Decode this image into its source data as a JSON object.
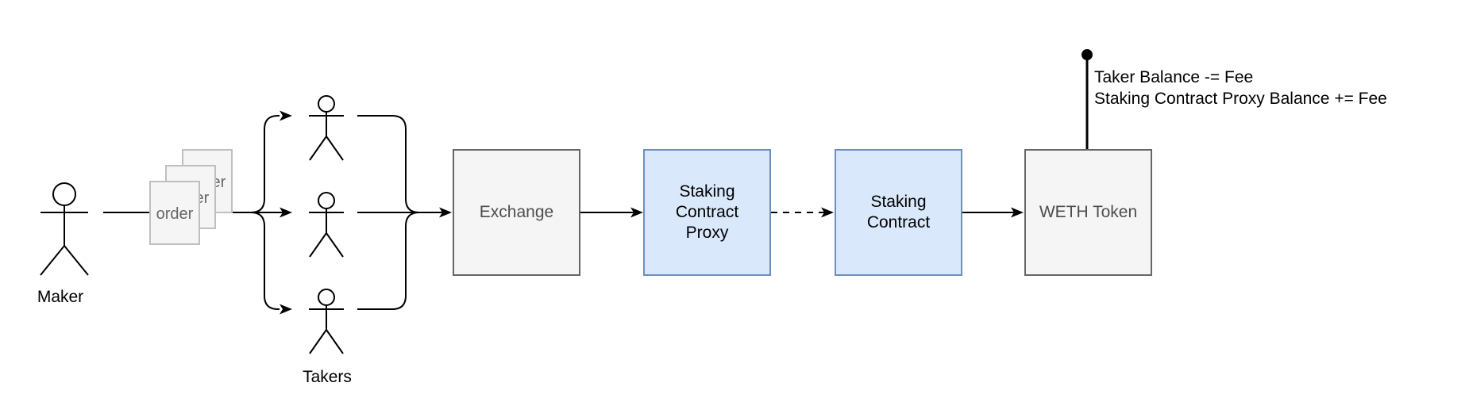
{
  "diagram": {
    "background": "#ffffff",
    "actors": {
      "maker": {
        "label": "Maker"
      },
      "takers": {
        "label": "Takers",
        "count": 3
      }
    },
    "order_stack": {
      "sheet_label": "order",
      "sheet_count": 3
    },
    "nodes": [
      {
        "id": "exchange",
        "label": "Exchange",
        "style": "gray"
      },
      {
        "id": "staking-contract-proxy",
        "label": "Staking\nContract\nProxy",
        "style": "blue"
      },
      {
        "id": "staking-contract",
        "label": "Staking\nContract",
        "style": "blue"
      },
      {
        "id": "weth-token",
        "label": "WETH Token",
        "style": "gray"
      }
    ],
    "edges": [
      {
        "from": "maker",
        "to": "order-stack",
        "style": "solid"
      },
      {
        "from": "order-stack",
        "to": "takers",
        "style": "solid-branch-3-arrows"
      },
      {
        "from": "takers",
        "to": "exchange",
        "style": "solid-merge-arrow"
      },
      {
        "from": "exchange",
        "to": "staking-contract-proxy",
        "style": "solid-arrow"
      },
      {
        "from": "staking-contract-proxy",
        "to": "staking-contract",
        "style": "dashed-arrow"
      },
      {
        "from": "staking-contract",
        "to": "weth-token",
        "style": "solid-arrow"
      },
      {
        "from": "fee-annotation",
        "to": "weth-token",
        "style": "solid-line-dot-end"
      }
    ],
    "annotation": {
      "line1": "Taker Balance -= Fee",
      "line2": "Staking Contract Proxy Balance += Fee"
    },
    "colors": {
      "line": "#000000",
      "node_gray_fill": "#f5f5f5",
      "node_gray_stroke": "#666666",
      "node_gray_text": "#4d4d4d",
      "node_blue_fill": "#dae8fc",
      "node_blue_stroke": "#6c8ebf",
      "node_blue_text": "#000000",
      "sheet_fill": "#f5f5f5",
      "sheet_stroke": "#bfbfbf",
      "sheet_text": "#666666"
    }
  }
}
